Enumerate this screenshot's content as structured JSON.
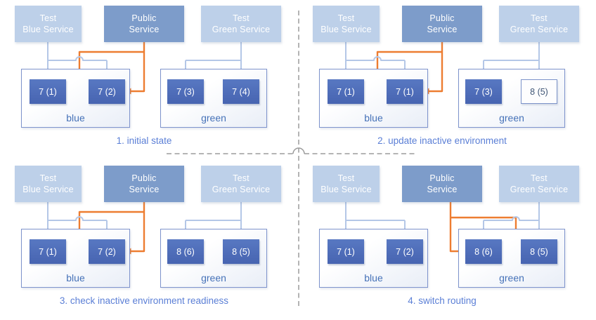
{
  "diagram": {
    "subject": "blue-green deployment routing",
    "colors": {
      "public_route_arrow": "#ed7d31",
      "test_route_arrow": "#b4c7e7",
      "pod_fill": "#4a68b5",
      "pod_outlined_border": "#7b92c9",
      "service_test_fill": "#bdd0e9",
      "service_public_fill": "#7d9cca",
      "caption_text": "#5b7fd6",
      "environment_border": "#7e93cc",
      "divider": "#9b9b9b"
    }
  },
  "quadrants": [
    {
      "caption": "1. initial state",
      "public_routes_to": "blue",
      "services": [
        {
          "line1": "Test",
          "line2": "Blue Service"
        },
        {
          "line1": "Public",
          "line2": "Service"
        },
        {
          "line1": "Test",
          "line2": "Green Service"
        }
      ],
      "environments": [
        {
          "name": "blue",
          "pods": [
            {
              "label": "7 (1)",
              "variant": "filled"
            },
            {
              "label": "7 (2)",
              "variant": "filled"
            }
          ]
        },
        {
          "name": "green",
          "pods": [
            {
              "label": "7 (3)",
              "variant": "filled"
            },
            {
              "label": "7 (4)",
              "variant": "filled"
            }
          ]
        }
      ]
    },
    {
      "caption": "2. update inactive environment",
      "public_routes_to": "blue",
      "services": [
        {
          "line1": "Test",
          "line2": "Blue Service"
        },
        {
          "line1": "Public",
          "line2": "Service"
        },
        {
          "line1": "Test",
          "line2": "Green Service"
        }
      ],
      "environments": [
        {
          "name": "blue",
          "pods": [
            {
              "label": "7 (1)",
              "variant": "filled"
            },
            {
              "label": "7 (1)",
              "variant": "filled"
            }
          ]
        },
        {
          "name": "green",
          "pods": [
            {
              "label": "7 (3)",
              "variant": "filled"
            },
            {
              "label": "8 (5)",
              "variant": "outlined"
            }
          ]
        }
      ]
    },
    {
      "caption": "3. check inactive environment readiness",
      "public_routes_to": "blue",
      "services": [
        {
          "line1": "Test",
          "line2": "Blue Service"
        },
        {
          "line1": "Public",
          "line2": "Service"
        },
        {
          "line1": "Test",
          "line2": "Green Service"
        }
      ],
      "environments": [
        {
          "name": "blue",
          "pods": [
            {
              "label": "7 (1)",
              "variant": "filled"
            },
            {
              "label": "7 (2)",
              "variant": "filled"
            }
          ]
        },
        {
          "name": "green",
          "pods": [
            {
              "label": "8 (6)",
              "variant": "filled"
            },
            {
              "label": "8 (5)",
              "variant": "filled"
            }
          ]
        }
      ]
    },
    {
      "caption": "4. switch routing",
      "public_routes_to": "green",
      "services": [
        {
          "line1": "Test",
          "line2": "Blue Service"
        },
        {
          "line1": "Public",
          "line2": "Service"
        },
        {
          "line1": "Test",
          "line2": "Green Service"
        }
      ],
      "environments": [
        {
          "name": "blue",
          "pods": [
            {
              "label": "7 (1)",
              "variant": "filled"
            },
            {
              "label": "7 (2)",
              "variant": "filled"
            }
          ]
        },
        {
          "name": "green",
          "pods": [
            {
              "label": "8 (6)",
              "variant": "filled"
            },
            {
              "label": "8 (5)",
              "variant": "filled"
            }
          ]
        }
      ]
    }
  ]
}
